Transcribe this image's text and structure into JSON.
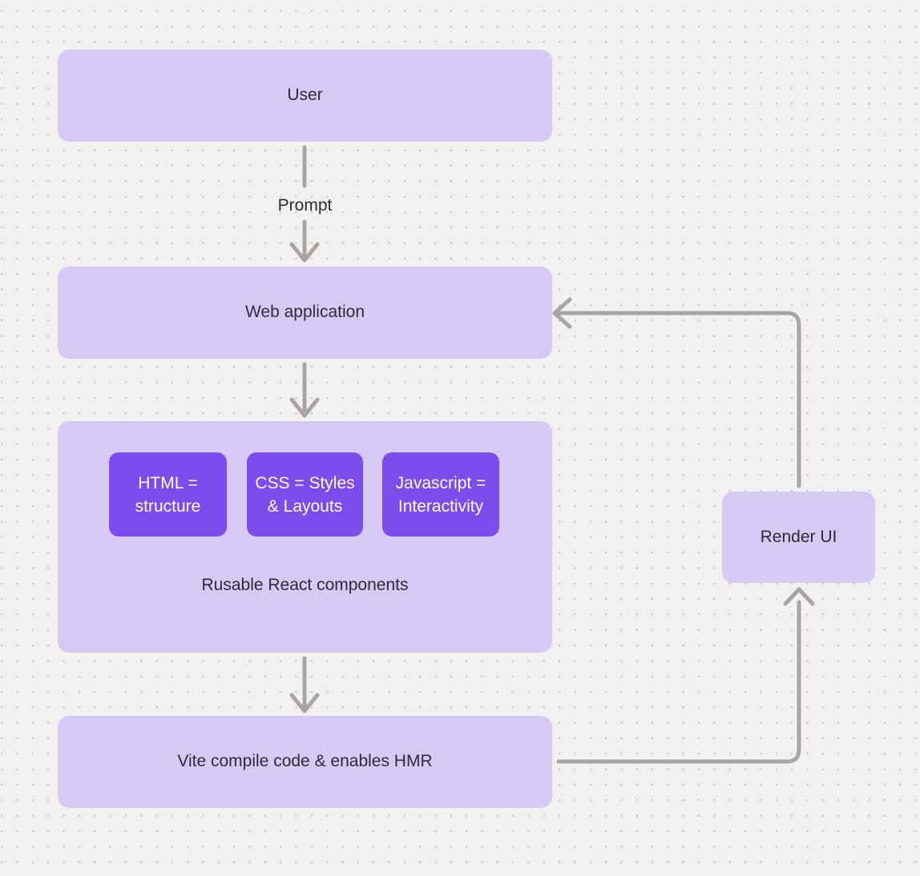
{
  "diagram": {
    "nodes": {
      "user": {
        "label": "User"
      },
      "web_application": {
        "label": "Web application"
      },
      "components_group": {
        "caption": "Rusable React components",
        "chips": [
          {
            "label": "HTML =\nstructure"
          },
          {
            "label": "CSS = Styles\n& Layouts"
          },
          {
            "label": "Javascript =\nInteractivity"
          }
        ]
      },
      "vite": {
        "label": "Vite compile code & enables HMR"
      },
      "render_ui": {
        "label": "Render UI"
      }
    },
    "edges": {
      "prompt_label": "Prompt"
    },
    "colors": {
      "canvas_background": "#f2f1ef",
      "grid_dot": "#c9c7c5",
      "node_fill": "#d6caf5",
      "chip_fill": "#7c4dec",
      "chip_text": "#ffffff",
      "node_text": "#2e2a37",
      "connector": "#a8a5a3"
    }
  }
}
